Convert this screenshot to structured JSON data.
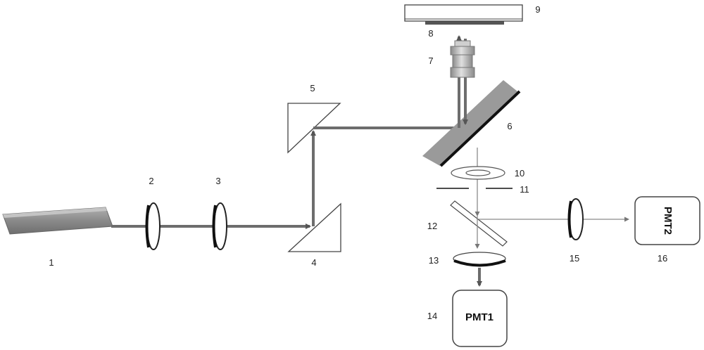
{
  "labels": {
    "l1": "1",
    "l2": "2",
    "l3": "3",
    "l4": "4",
    "l5": "5",
    "l6": "6",
    "l7": "7",
    "l8": "8",
    "l9": "9",
    "l10": "10",
    "l11": "11",
    "l12": "12",
    "l13": "13",
    "l14": "14",
    "l15": "15",
    "l16": "16"
  },
  "pmt1_label": "PMT1",
  "pmt2_label": "PMT2",
  "colors": {
    "beam": "#6d6d6d",
    "laser": "#8c8c8c",
    "mirror_fill": "#9a9a9a",
    "mirror_edge": "#111111"
  }
}
